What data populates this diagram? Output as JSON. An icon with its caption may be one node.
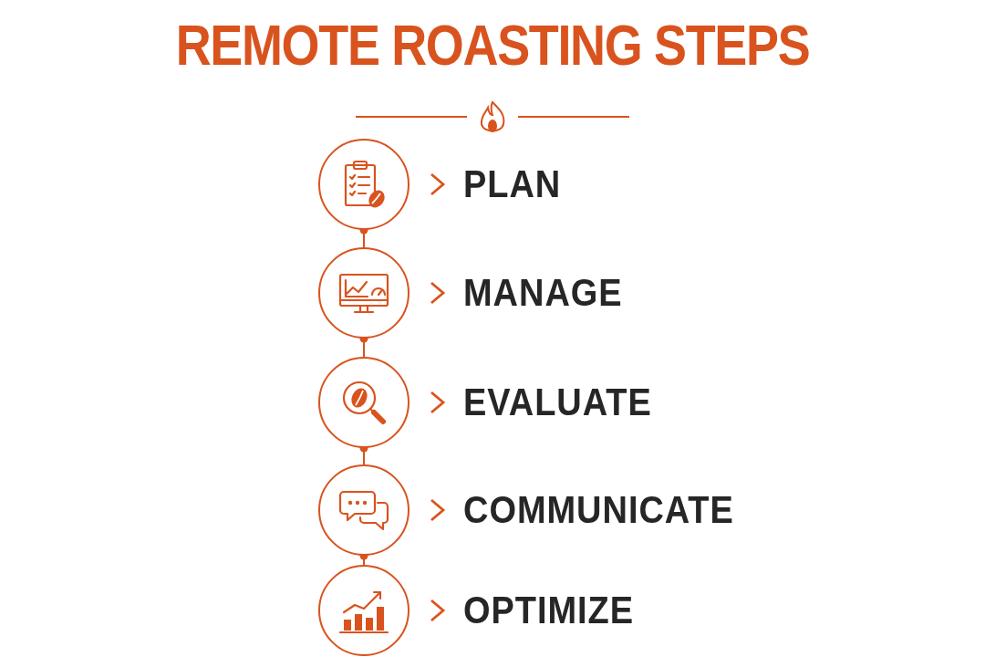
{
  "diagram": {
    "title": "REMOTE ROASTING STEPS",
    "nodes": [
      {
        "text": [],
        "shape": "circle"
      },
      {
        "text": [
          "PLAN"
        ]
      },
      {
        "text": [],
        "shape": "circle"
      },
      {
        "text": [
          "MANAGE"
        ]
      },
      {
        "text": [],
        "shape": "circle"
      },
      {
        "text": [
          "EVALUATE"
        ]
      },
      {
        "text": [],
        "shape": "circle"
      },
      {
        "text": [
          "COMMUNICATE"
        ]
      },
      {
        "text": [],
        "shape": "circle"
      },
      {
        "text": [
          "OPTIMIZE"
        ]
      }
    ],
    "edges": [
      {
        "from": 0,
        "to": 1,
        "arrow": "to"
      },
      {
        "from": 0,
        "to": 2,
        "arrow": "other"
      },
      {
        "from": 2,
        "to": 3,
        "arrow": "to"
      },
      {
        "from": 2,
        "to": 4,
        "arrow": "other"
      },
      {
        "from": 4,
        "to": 5,
        "arrow": "to"
      },
      {
        "from": 4,
        "to": 6,
        "arrow": "other"
      },
      {
        "from": 6,
        "to": 7,
        "arrow": "to"
      },
      {
        "from": 6,
        "to": 8,
        "arrow": "other"
      },
      {
        "from": 8,
        "to": 9,
        "arrow": "to"
      }
    ]
  }
}
